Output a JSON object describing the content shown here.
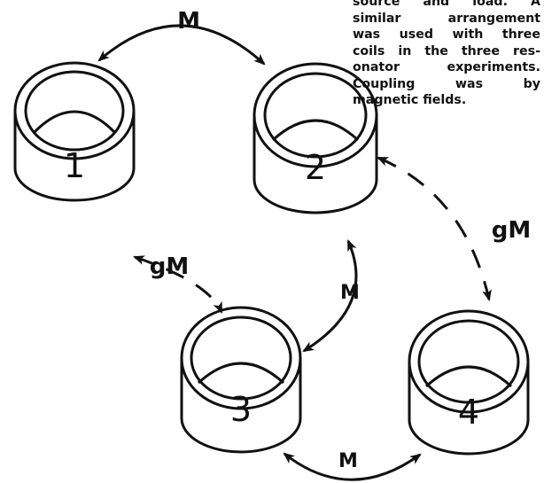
{
  "caption": {
    "lines": [
      "source and load. A",
      "similar arrangement",
      "was used with three",
      "coils in the three res-",
      "onator experiments.",
      "Coupling was by",
      "magnetic fields."
    ]
  },
  "coils": [
    {
      "number": "1"
    },
    {
      "number": "2"
    },
    {
      "number": "3"
    },
    {
      "number": "4"
    }
  ],
  "couplings": {
    "c12": "M",
    "c24": "gM",
    "c13": "gM",
    "c23": "M",
    "c34": "M"
  }
}
